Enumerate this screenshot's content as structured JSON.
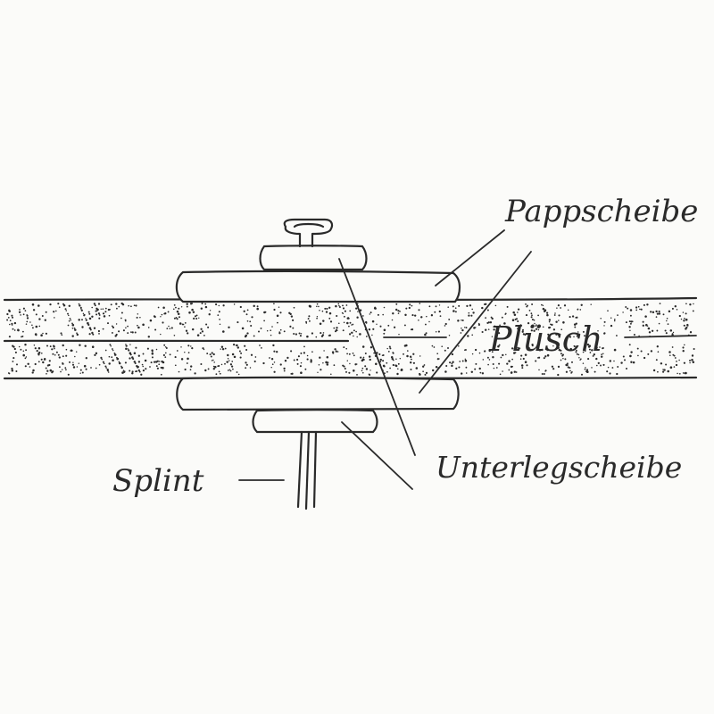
{
  "diagram": {
    "labels": {
      "pappscheibe": "Pappscheibe",
      "pluesch": "Plüsch",
      "unterlegscheibe": "Unterlegscheibe",
      "splint": "Splint"
    },
    "colors": {
      "ink": "#2a2a2a",
      "paper": "#fbfbf9"
    }
  }
}
